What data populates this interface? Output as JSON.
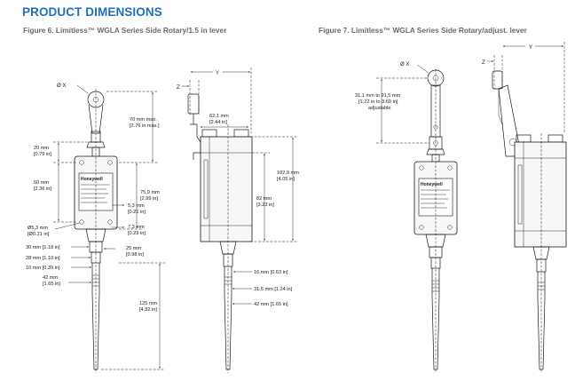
{
  "header": {
    "title": "PRODUCT DIMENSIONS"
  },
  "figures": [
    {
      "caption": "Figure 6. Limitless™ WGLA Series Side Rotary/1.5 in lever",
      "front_labels": {
        "roller_dia": "Ø X",
        "dim_70": "70 mm max.",
        "dim_70_in": "[2.76 in max.]",
        "dim_20": "20 mm",
        "dim_20_in": "[0.79 in]",
        "dim_60": "60 mm",
        "dim_60_in": "[2.36 in]",
        "dim_75": "75,9 mm",
        "dim_75_in": "[2.99 in]",
        "dim_5_3": "5,3 mm",
        "dim_5_3_in": "[0.21 in]",
        "dim_7_3": "7,3 mm",
        "dim_7_3_in": "[0.29 in]",
        "dim_hole": "Ø5,3 mm",
        "dim_hole_in": "[Ø0.21 in]",
        "dim_30": "30 mm [1.18 in]",
        "dim_28": "28 mm [1.10 in]",
        "dim_25": "25 mm",
        "dim_25_in": "[0.98 in]",
        "dim_10": "10 mm [0.39 in]",
        "dim_42": "42 mm",
        "dim_42_in": "[1.65 in]",
        "dim_125": "125 mm",
        "dim_125_in": "[4.92 in]",
        "brand": "Honeywell"
      },
      "side_labels": {
        "z": "Z",
        "y": "Y",
        "dim_62": "62,1 mm",
        "dim_62_in": "[2.44 in]",
        "dim_102": "102,9 mm",
        "dim_102_in": "[4.05 in]",
        "dim_82": "82 mm",
        "dim_82_in": "[3.23 in]",
        "dim_16": "16 mm [0.63 in]",
        "dim_31": "31,5 mm [1.24 in]",
        "dim_42": "42 mm [1.65 in]"
      }
    },
    {
      "caption": "Figure 7. Limitless™ WGLA Series Side Rotary/adjust. lever",
      "front_labels": {
        "roller_dia": "Ø X",
        "adj_dim": "31,1 mm to 91,5 mm",
        "adj_dim_in": "[1.22 in to 3.60 in]",
        "adj_word": "adjustable",
        "brand": "Honeywell"
      },
      "side_labels": {
        "z": "Z",
        "y": "Y"
      }
    }
  ]
}
